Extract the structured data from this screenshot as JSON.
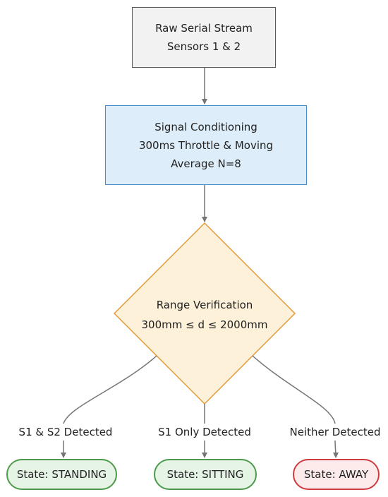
{
  "nodes": {
    "raw_stream": {
      "line1": "Raw Serial Stream",
      "line2": "Sensors 1 & 2"
    },
    "conditioning": {
      "line1": "Signal Conditioning",
      "line2": "300ms Throttle & Moving",
      "line3": "Average N=8"
    },
    "range_check": {
      "line1": "Range Verification",
      "line2": "300mm ≤ d ≤ 2000mm"
    },
    "standing": {
      "label": "State: STANDING"
    },
    "sitting": {
      "label": "State: SITTING"
    },
    "away": {
      "label": "State: AWAY"
    }
  },
  "edges": {
    "to_standing": "S1 & S2 Detected",
    "to_sitting": "S1 Only Detected",
    "to_away": "Neither Detected"
  },
  "colors": {
    "process_fill": "#f2f2f2",
    "process_border": "#5a5a5a",
    "conditioning_fill": "#ddeefa",
    "conditioning_border": "#4a8dc7",
    "decision_fill": "#fdf1da",
    "decision_border": "#e59a3a",
    "positive_state_fill": "#e6f4e6",
    "positive_state_border": "#4d9a4d",
    "away_state_fill": "#fdebec",
    "away_state_border": "#cf3a3e",
    "edge": "#757575"
  }
}
